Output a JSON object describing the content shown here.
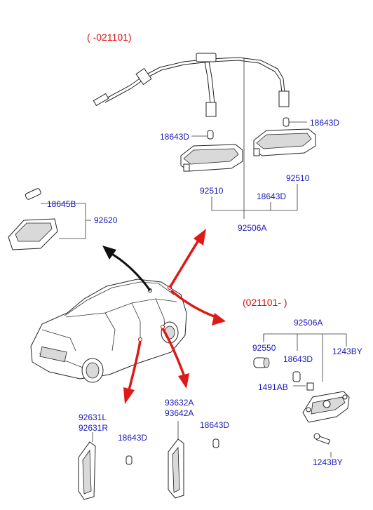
{
  "period_labels": {
    "before": "( -021101)",
    "after": "(021101- )"
  },
  "labels": {
    "wire_bulb_left": "18643D",
    "wire_bulb_right": "18643D",
    "lamp_left": "92510",
    "lamp_right": "92510",
    "bulb_mid": "18643D",
    "assembly_top": "92506A",
    "bulb_vanity": "18645B",
    "vanity_lamp": "92620",
    "assembly_right": "92506A",
    "switch": "92550",
    "bulb_right_assy": "18643D",
    "screw_top": "1243BY",
    "clip": "1491AB",
    "screw_bottom": "1243BY",
    "door_lamp_l": "92631L",
    "door_lamp_r": "92631R",
    "door_bulb": "18643D",
    "courtesy_a": "93632A",
    "courtesy_b": "93642A",
    "courtesy_bulb": "18643D"
  }
}
